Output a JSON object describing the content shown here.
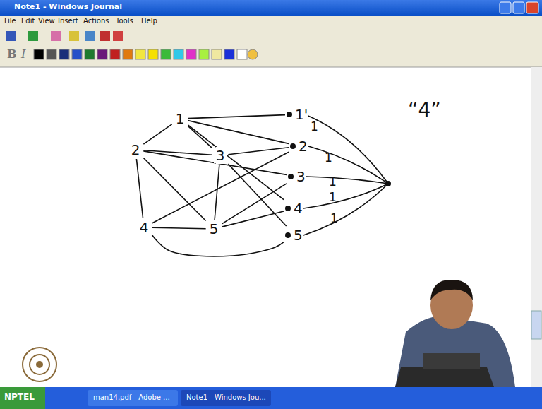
{
  "diagram": {
    "nodes": [
      {
        "text": [
          "1"
        ]
      },
      {
        "text": [
          "2"
        ]
      },
      {
        "text": [
          "3"
        ]
      },
      {
        "text": [
          "4"
        ]
      },
      {
        "text": [
          "5"
        ]
      },
      {
        "text": [
          "1'"
        ]
      },
      {
        "text": [
          "2"
        ]
      },
      {
        "text": [
          "3"
        ]
      },
      {
        "text": [
          "4"
        ]
      },
      {
        "text": [
          "5"
        ]
      }
    ],
    "edges": [
      {
        "from": 0,
        "to": 1,
        "arrow": "none"
      },
      {
        "from": 0,
        "to": 2,
        "arrow": "none"
      },
      {
        "from": 1,
        "to": 2,
        "arrow": "none"
      },
      {
        "from": 1,
        "to": 3,
        "arrow": "none"
      },
      {
        "from": 2,
        "to": 4,
        "arrow": "none"
      },
      {
        "from": 3,
        "to": 4,
        "arrow": "none"
      },
      {
        "from": 1,
        "to": 4,
        "arrow": "none"
      },
      {
        "from": 0,
        "to": 5,
        "arrow": "none"
      },
      {
        "from": 0,
        "to": 6,
        "arrow": "none"
      },
      {
        "from": 0,
        "to": 8,
        "arrow": "none"
      },
      {
        "from": 1,
        "to": 7,
        "arrow": "none"
      },
      {
        "from": 2,
        "to": 6,
        "arrow": "none"
      },
      {
        "from": 2,
        "to": 9,
        "arrow": "none"
      },
      {
        "from": 3,
        "to": 6,
        "arrow": "none"
      },
      {
        "from": 3,
        "to": 9,
        "arrow": "none"
      },
      {
        "from": 4,
        "to": 7,
        "arrow": "none"
      },
      {
        "from": 4,
        "to": 8,
        "arrow": "none"
      }
    ],
    "labels": [
      "Note1 - Windows Journal",
      "File",
      "Edit",
      "View",
      "Insert",
      "Actions",
      "Tools",
      "Help",
      "B",
      "I",
      "“4”",
      "1",
      "1",
      "1",
      "1",
      "1",
      "NPTEL",
      "man14.pdf - Adobe ...",
      "Note1 - Windows Jou..."
    ]
  }
}
